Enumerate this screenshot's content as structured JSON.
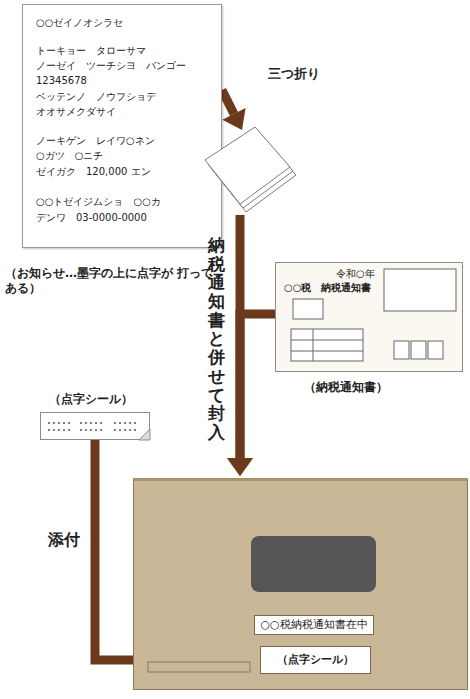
{
  "diagram": {
    "nodes": [
      {
        "text": [
          "○○ゼイノオシラセ",
          "トーキョー　タローサマ",
          "ノーゼイ　ツーチシヨ　バンゴー",
          "12345678",
          "ベッテンノ　ノウフショデ",
          "オオサメクダサイ",
          "ノーキゲン　レイワ○ネン",
          "○ガツ　○ニチ",
          "ゼイガク　120,000 エン",
          "○○トゼイジムショ　○○カ",
          "デンワ　03-0000-0000",
          "（お知らせ…墨字の上に点字が 打ってある）"
        ]
      },
      {
        "text": [
          "三つ折り"
        ]
      },
      {
        "text": [
          "令和○年",
          "○○税　納税通知書",
          "（納税通知書）"
        ]
      },
      {
        "text": [
          "（点字シール）"
        ]
      },
      {
        "text": []
      },
      {
        "text": [
          "○○税納税通知書在中"
        ],
        "in": 4
      },
      {
        "text": [
          "（点字シール）"
        ],
        "in": 4
      }
    ],
    "edges": [
      {
        "from": 0,
        "to": 1,
        "arrow": "to"
      },
      {
        "from": 1,
        "to": 4,
        "label": "納税通知書と併せて封入",
        "arrow": "to"
      },
      {
        "from": 2,
        "to": 4,
        "arrow": "to"
      },
      {
        "from": 3,
        "to": 6,
        "label": "添付",
        "arrow": "to"
      }
    ]
  }
}
